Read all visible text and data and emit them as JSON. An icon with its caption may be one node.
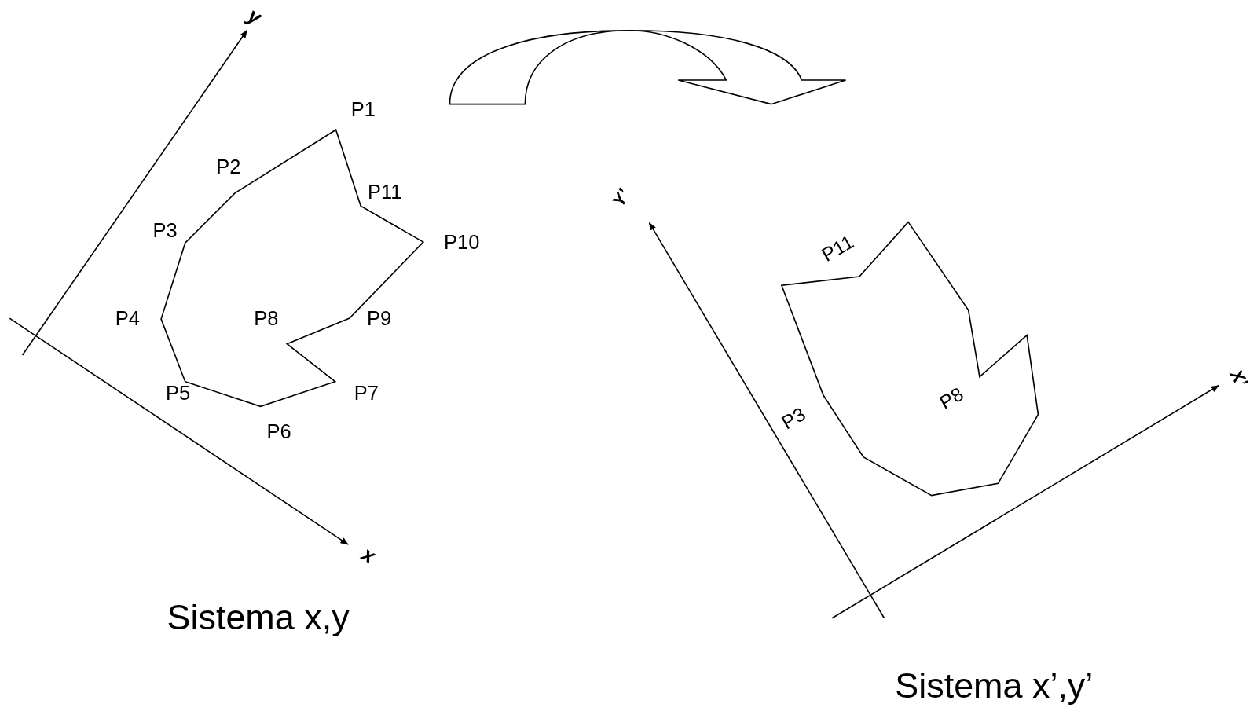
{
  "diagram": {
    "labels": [
      "y",
      "P1",
      "P2",
      "P11",
      "Y’",
      "P3",
      "P10",
      "P11",
      "P4",
      "P8",
      "P9",
      "P5",
      "P7",
      "X’",
      "P6",
      "P3",
      "P8",
      "x",
      "Sistema x,y",
      "Sistema x’,y’"
    ]
  }
}
